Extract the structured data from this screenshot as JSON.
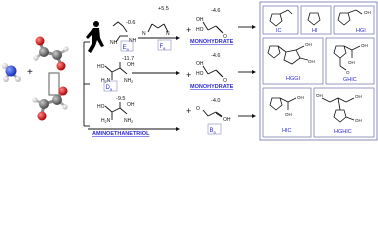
{
  "figure": {
    "energies": {
      "e_plus_5_5": "+5.5",
      "e_minus_4_6_top": "-4.6",
      "e_minus_0_6": "-0.6",
      "e_minus_11_7": "-11.7",
      "e_minus_4_6_mid": "-4.6",
      "e_minus_9_5": "-9.5",
      "e_minus_4_0": "-4.0"
    },
    "labels": {
      "monohydrate_top": "MONOHYDRATE",
      "monohydrate_mid": "MONOHYDRATE",
      "aminoethanetriol": "AMINOETHANETRIOL",
      "ea": "E",
      "ea_sub": "a",
      "fa": "F",
      "fa_sub": "a",
      "da": "D",
      "da_sub": "a",
      "ba": "B",
      "ba_sub": "a"
    },
    "chem_text": {
      "oh": "OH",
      "ho": "HO",
      "nh": "NH",
      "nh2": "NH",
      "h2n": "H",
      "n": "N",
      "o": "O",
      "h": "H",
      "two": "2"
    },
    "products": {
      "ic": "IC",
      "hi": "HI",
      "hgi": "HGI",
      "hgigi": "HGGI",
      "ghic": "GHIC",
      "hic": "HIC",
      "hghic": "HGHIC"
    },
    "colors": {
      "accent_blue": "#2b2bd8",
      "box_border": "#6f6fa8",
      "bond": "#111111",
      "oxygen_red": "#d42020",
      "nitrogen_blue": "#1f3fd6",
      "carbon_grey": "#5c5c5c"
    }
  }
}
